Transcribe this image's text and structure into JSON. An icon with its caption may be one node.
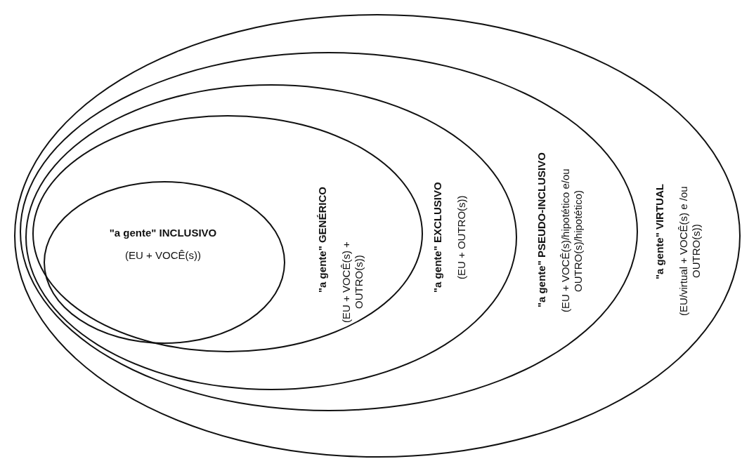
{
  "diagram": {
    "nodes": [
      {
        "text": [
          "\"a gente\" VIRTUAL",
          "(EU/virtual + VOCÊ(s) e /ou OUTRO(s))"
        ]
      },
      {
        "text": [
          "\"a gente\" PSEUDO-INCLUSIVO",
          "(EU + VOCÊ(s)/hipotético e/ou OUTRO(s)/hipotético)"
        ],
        "in": 0
      },
      {
        "text": [
          "\"a gente\" EXCLUSIVO",
          "(EU + OUTRO(s))"
        ],
        "in": 1
      },
      {
        "text": [
          "\"a gente\" GENÉRICO",
          "(EU + VOCÊ(s) + OUTRO(s))"
        ],
        "in": 2
      },
      {
        "text": [
          "\"a gente\" INCLUSIVO",
          "(EU + VOCÊ(s))"
        ],
        "in": 3
      }
    ]
  }
}
